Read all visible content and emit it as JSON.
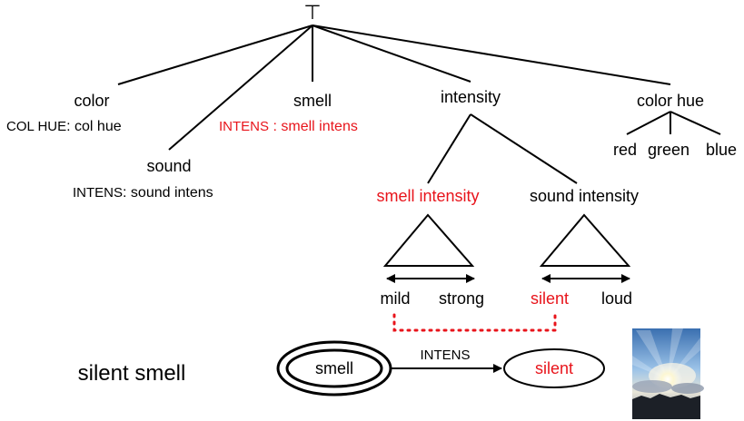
{
  "colors": {
    "text": "#000000",
    "highlight": "#e8141b"
  },
  "hierarchy": {
    "top_symbol": "⊤",
    "color": {
      "label": "color",
      "feature_name": "COL HUE",
      "feature_sep": ":",
      "feature_value": "col hue"
    },
    "sound": {
      "label": "sound",
      "feature_name": "INTENS",
      "feature_sep": ":",
      "feature_value": "sound intens"
    },
    "smell": {
      "label": "smell",
      "feature_name": "INTENS",
      "feature_sep": " :",
      "feature_value": "smell intens"
    },
    "intensity": {
      "label": "intensity",
      "smell_intensity": {
        "label": "smell intensity",
        "scale_low": "mild",
        "scale_high": "strong"
      },
      "sound_intensity": {
        "label": "sound intensity",
        "scale_low": "silent",
        "scale_high": "loud"
      }
    },
    "color_hue": {
      "label": "color hue",
      "values": [
        "red",
        "green",
        "blue"
      ]
    }
  },
  "phrase": "silent smell",
  "graph": {
    "head_node": "smell",
    "edge_label": "INTENS",
    "target_node": "silent"
  },
  "photo": {
    "icon": "sunset-sky-photo"
  }
}
